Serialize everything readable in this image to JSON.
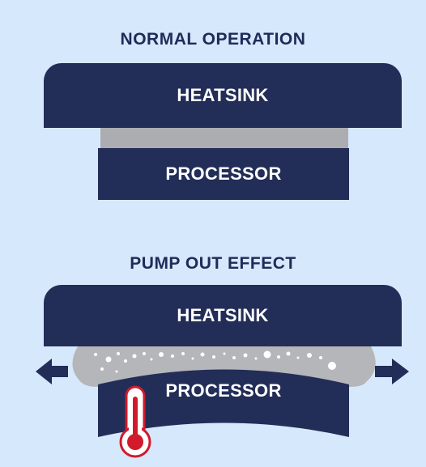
{
  "normal": {
    "title": "NORMAL OPERATION",
    "heatsink_label": "HEATSINK",
    "processor_label": "PROCESSOR"
  },
  "pump_out": {
    "title": "PUMP OUT EFFECT",
    "heatsink_label": "HEATSINK",
    "processor_label": "PROCESSOR"
  },
  "icons": [
    "arrow-left-icon",
    "arrow-right-icon",
    "thermometer-icon"
  ],
  "colors": {
    "background": "#d6e8fb",
    "block": "#222d58",
    "paste": "#acadb0",
    "thermometer": "#d11a2a"
  }
}
